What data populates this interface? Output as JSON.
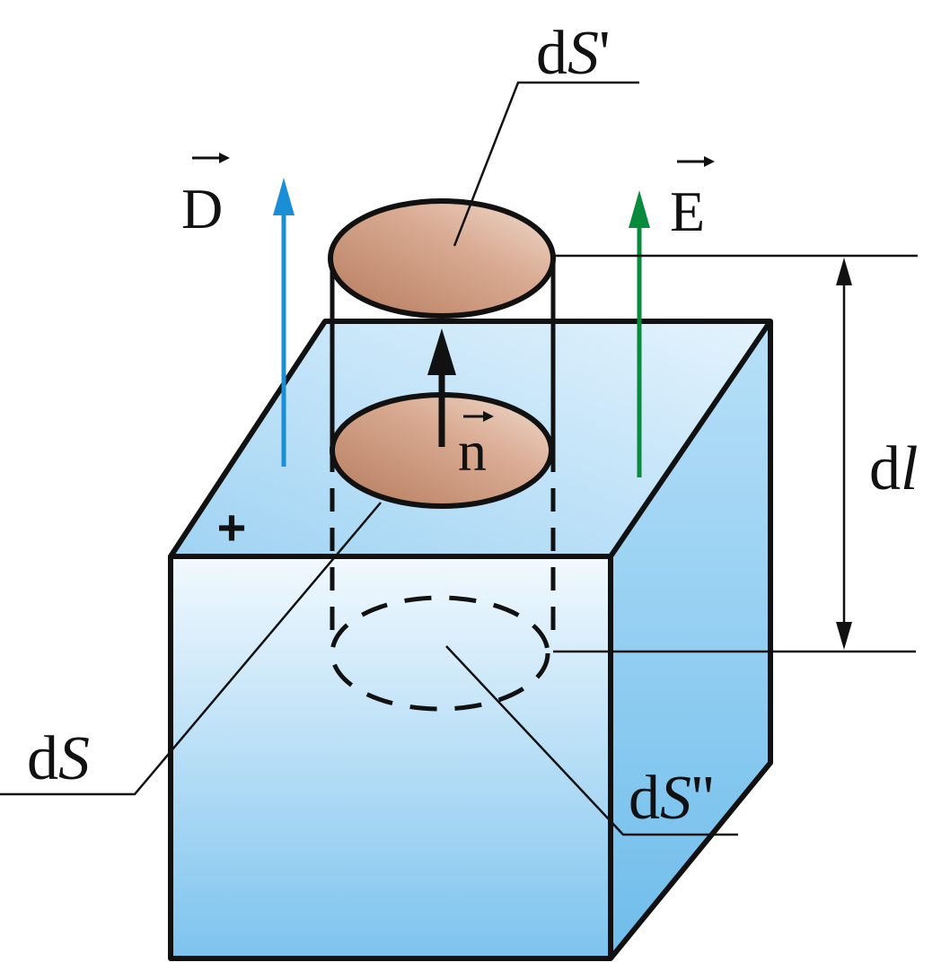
{
  "labels": {
    "dS_prime": {
      "prefix": "d",
      "symbol": "S",
      "suffix": "'"
    },
    "dS": {
      "prefix": "d",
      "symbol": "S",
      "suffix": ""
    },
    "dS_double_prime": {
      "prefix": "d",
      "symbol": "S",
      "suffix": "''"
    },
    "dl": {
      "prefix": "d",
      "symbol": "l"
    },
    "D": "D",
    "E": "E",
    "n": "n",
    "charge": "+"
  },
  "colors": {
    "D_arrow": "#1a8fd6",
    "E_arrow": "#0a8a3c",
    "disc_fill": "#c9957a",
    "cube_light": "#e6f4fd",
    "cube_dark": "#7cc3ee",
    "outline": "#111111"
  }
}
